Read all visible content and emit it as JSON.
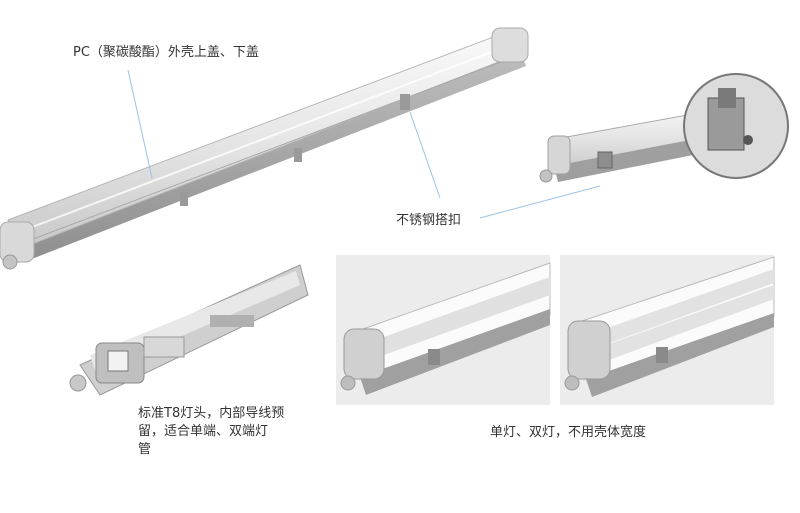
{
  "labels": {
    "pc_cover": "PC（聚碳酸酯）外壳上盖、下盖",
    "steel_clip": "不锈钢搭扣",
    "t8_line1": "标准T8灯头，内部导线预",
    "t8_line2": "留，适合单端、双端灯",
    "t8_line3": "管",
    "single_double": "单灯、双灯，不用壳体宽度"
  }
}
